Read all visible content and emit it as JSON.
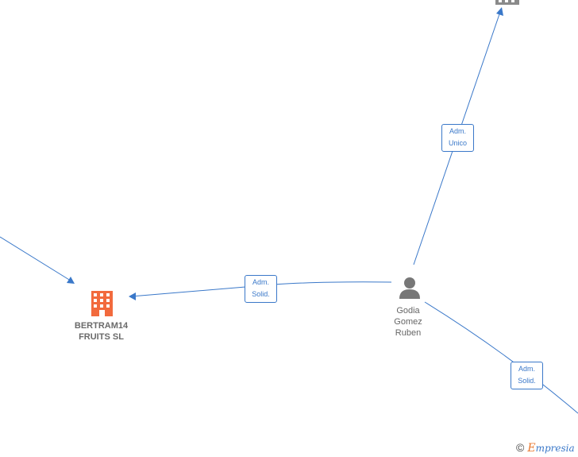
{
  "nodes": {
    "company_main": {
      "name_line1": "BERTRAM14",
      "name_line2": "FRUITS  SL",
      "color": "#f26a3d"
    },
    "person": {
      "name_line1": "Godia",
      "name_line2": "Gomez",
      "name_line3": "Ruben",
      "color": "#777777"
    },
    "company_top": {
      "color": "#8a8a8a"
    }
  },
  "edges": {
    "to_main": {
      "label_line1": "Adm.",
      "label_line2": "Solid."
    },
    "to_top": {
      "label_line1": "Adm.",
      "label_line2": "Unico"
    },
    "to_bottom_right": {
      "label_line1": "Adm.",
      "label_line2": "Solid."
    }
  },
  "footer": {
    "copyright_symbol": "©",
    "brand_initial": "E",
    "brand_rest": "mpresia"
  },
  "colors": {
    "edge": "#3a78c9"
  }
}
